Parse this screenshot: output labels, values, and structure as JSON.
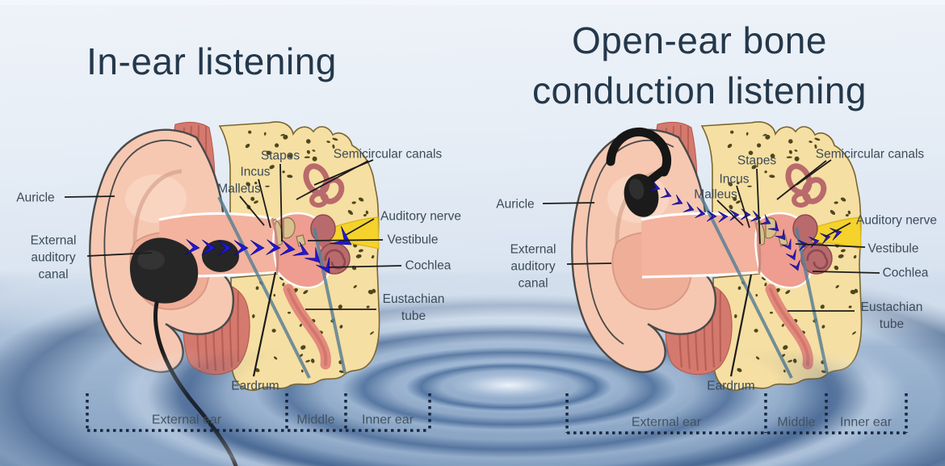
{
  "left_panel": {
    "title": "In-ear listening",
    "labels": {
      "auricle": "Auricle",
      "external_auditory_canal": [
        "External",
        "auditory",
        "canal"
      ],
      "malleus": "Malleus",
      "incus": "Incus",
      "stapes": "Stapes",
      "semicircular_canals": "Semicircular canals",
      "auditory_nerve": "Auditory nerve",
      "vestibule": "Vestibule",
      "cochlea": "Cochlea",
      "eustachian_tube": [
        "Eustachian",
        "tube"
      ],
      "eardrum": "Eardrum"
    },
    "sections": {
      "external_ear": "External ear",
      "middle": "Middle",
      "inner_ear": "Inner ear"
    }
  },
  "right_panel": {
    "title_lines": [
      "Open-ear bone",
      "conduction listening"
    ],
    "labels": {
      "auricle": "Auricle",
      "external_auditory_canal": [
        "External",
        "auditory",
        "canal"
      ],
      "malleus": "Malleus",
      "incus": "Incus",
      "stapes": "Stapes",
      "semicircular_canals": "Semicircular canals",
      "auditory_nerve": "Auditory nerve",
      "vestibule": "Vestibule",
      "cochlea": "Cochlea",
      "eustachian_tube": [
        "Eustachian",
        "tube"
      ],
      "eardrum": "Eardrum"
    },
    "sections": {
      "external_ear": "External ear",
      "middle": "Middle",
      "inner_ear": "Inner ear"
    }
  },
  "colors": {
    "title_text": "#24384b",
    "label_text": "#3c4b59",
    "pointer_line": "#1c1c1c",
    "bracket_dots": "#16263e",
    "sound_arrow_in_ear": "#2318d6",
    "sound_arrow_bone_conduction": "#2f1cb5",
    "bone": "#f6dfa2",
    "bone_speckle": "#4e471d",
    "skin": "#f6c8b2",
    "muscle": "#d4796d",
    "inner_ear": "#b96a6c",
    "auditory_nerve": "#f5d22c",
    "device_black": "#1e1e1e",
    "region_divider": "#5b8196",
    "water": "#2f5c94",
    "background": "#e7edf5"
  }
}
